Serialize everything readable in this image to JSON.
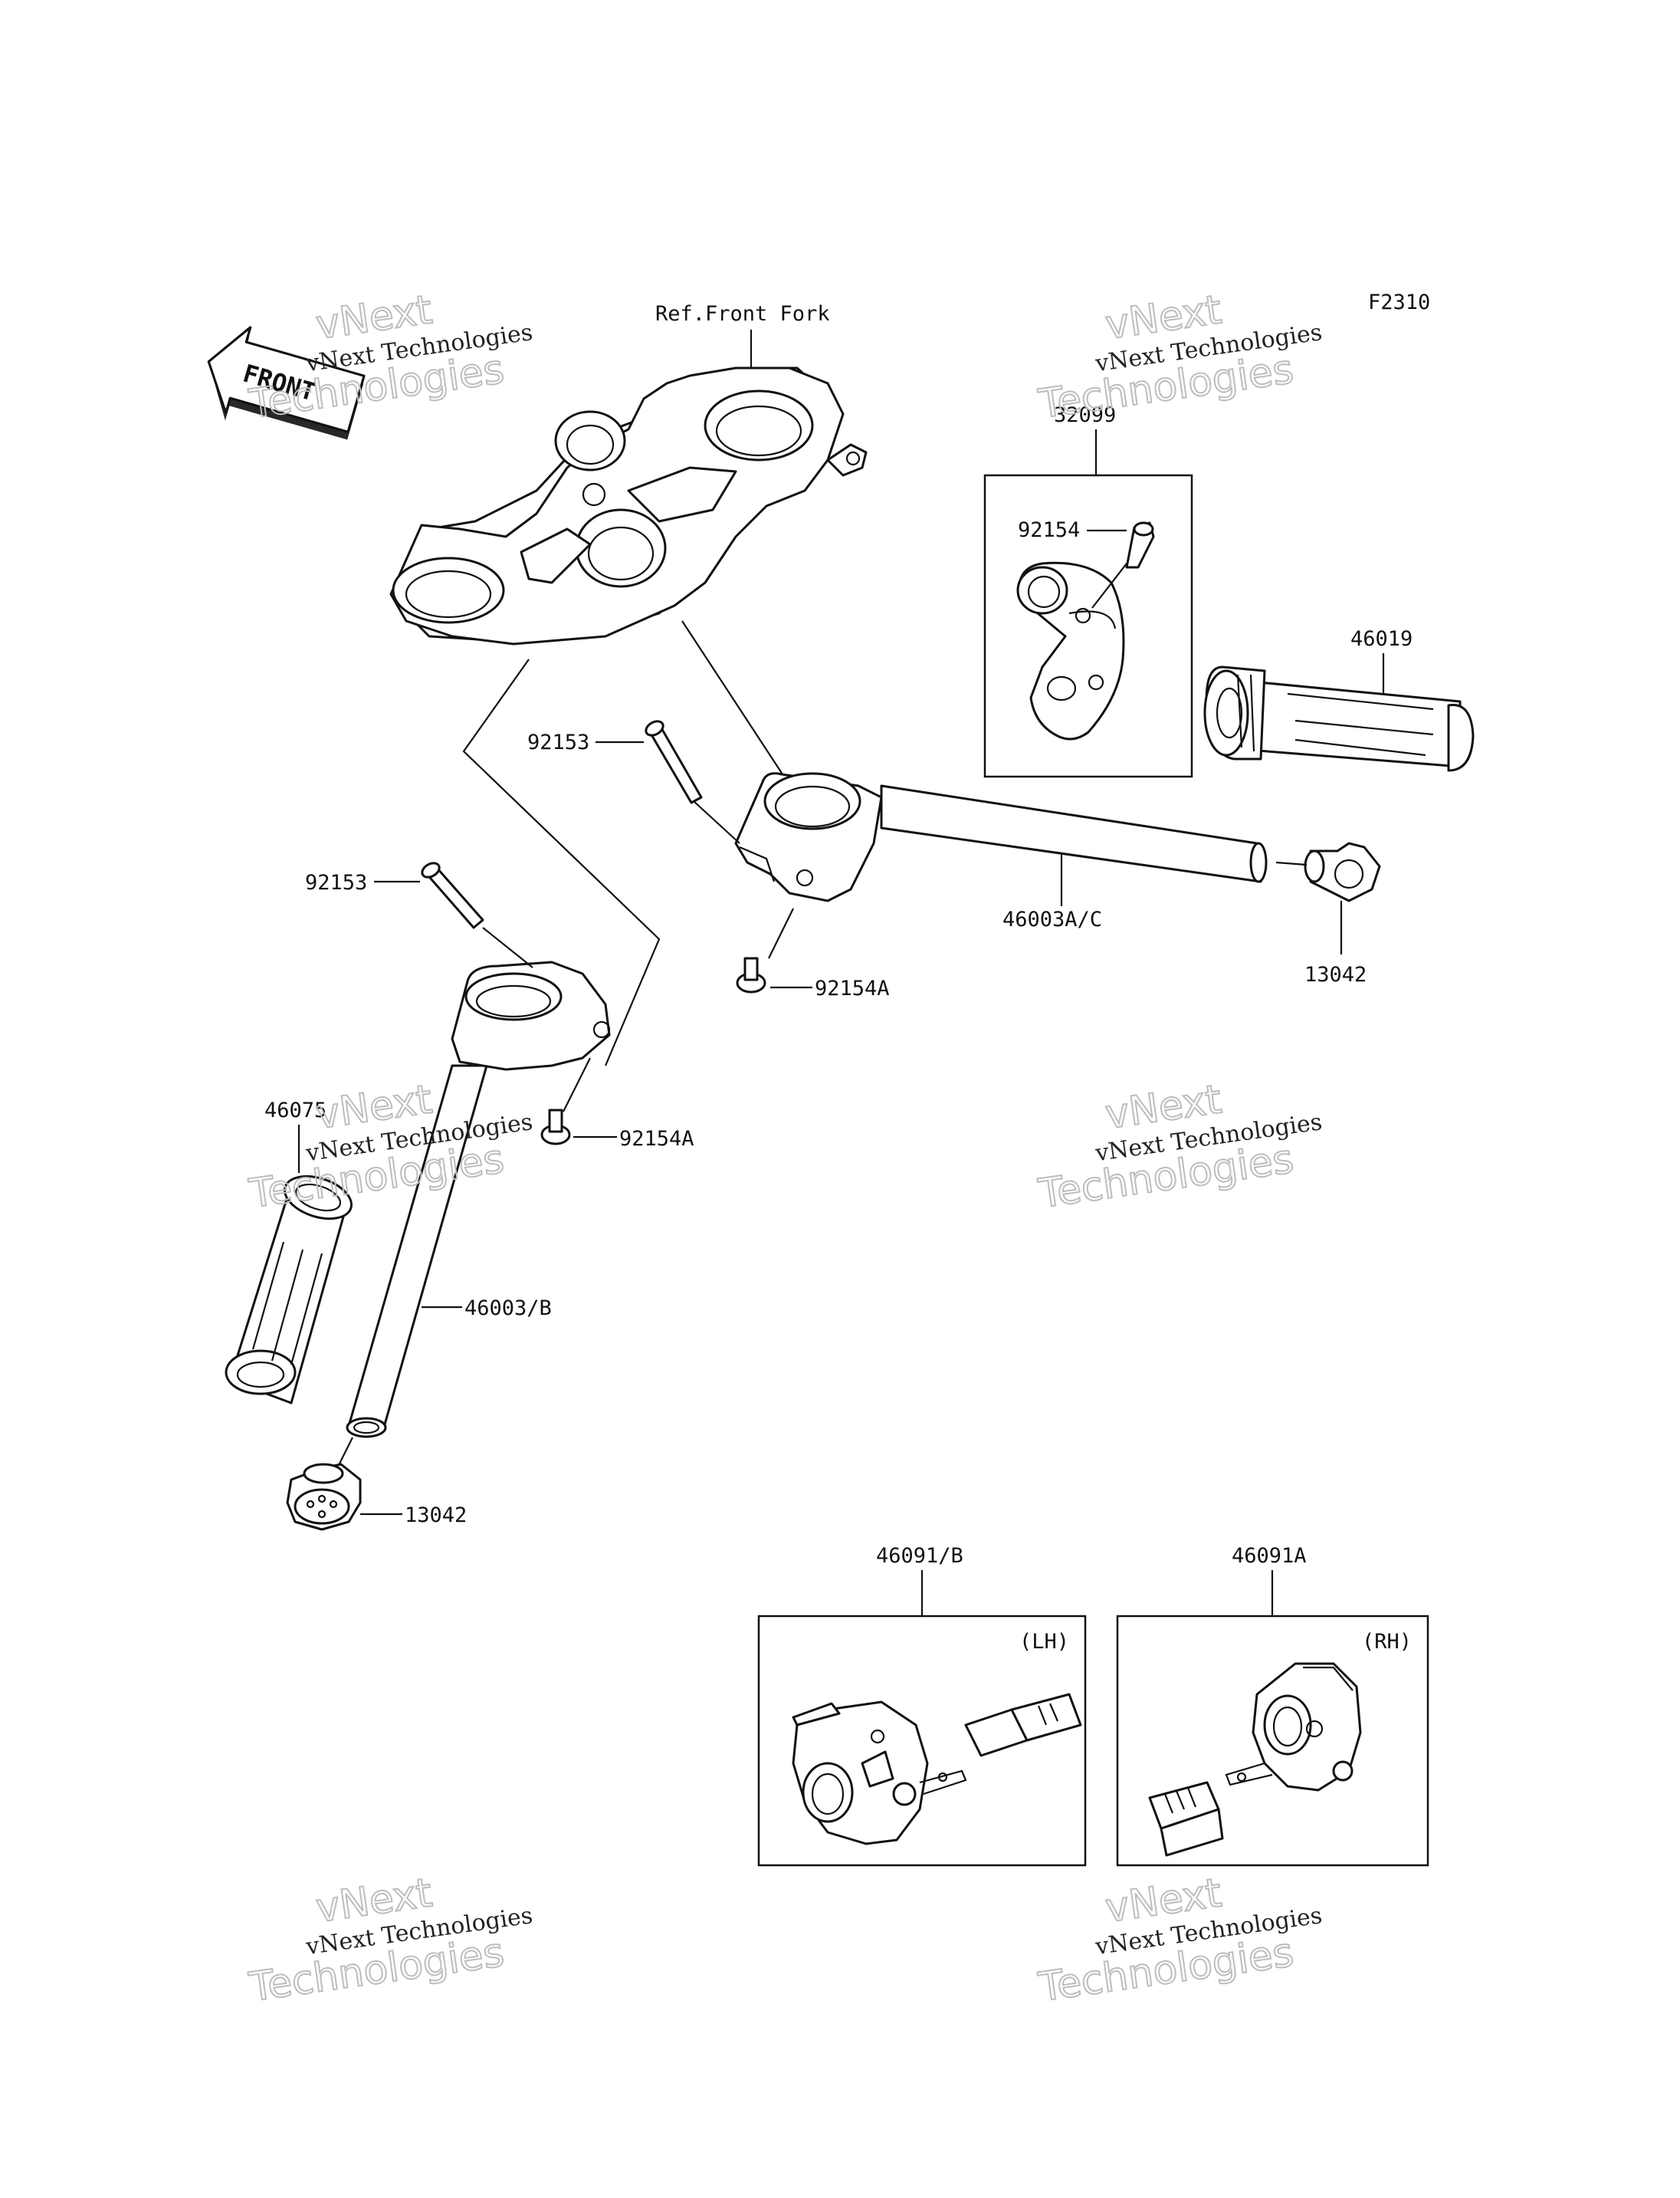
{
  "diagram_code": "F2310",
  "reference_label": "Ref.Front Fork",
  "front_arrow_label": "FRONT",
  "watermark": {
    "line1": "vNext",
    "line2": "vNext Technologies",
    "line3": "Technologies"
  },
  "parts": {
    "p32099": "32099",
    "p92154_top": "92154",
    "p46019": "46019",
    "p92153_right": "92153",
    "p92153_left": "92153",
    "p46003AC": "46003A/C",
    "p13042_right": "13042",
    "p92154A_right": "92154A",
    "p92154A_left": "92154A",
    "p46075": "46075",
    "p46003B": "46003/B",
    "p13042_left": "13042",
    "p46091B": "46091/B",
    "p46091A": "46091A"
  },
  "box_tags": {
    "lh": "(LH)",
    "rh": "(RH)"
  }
}
